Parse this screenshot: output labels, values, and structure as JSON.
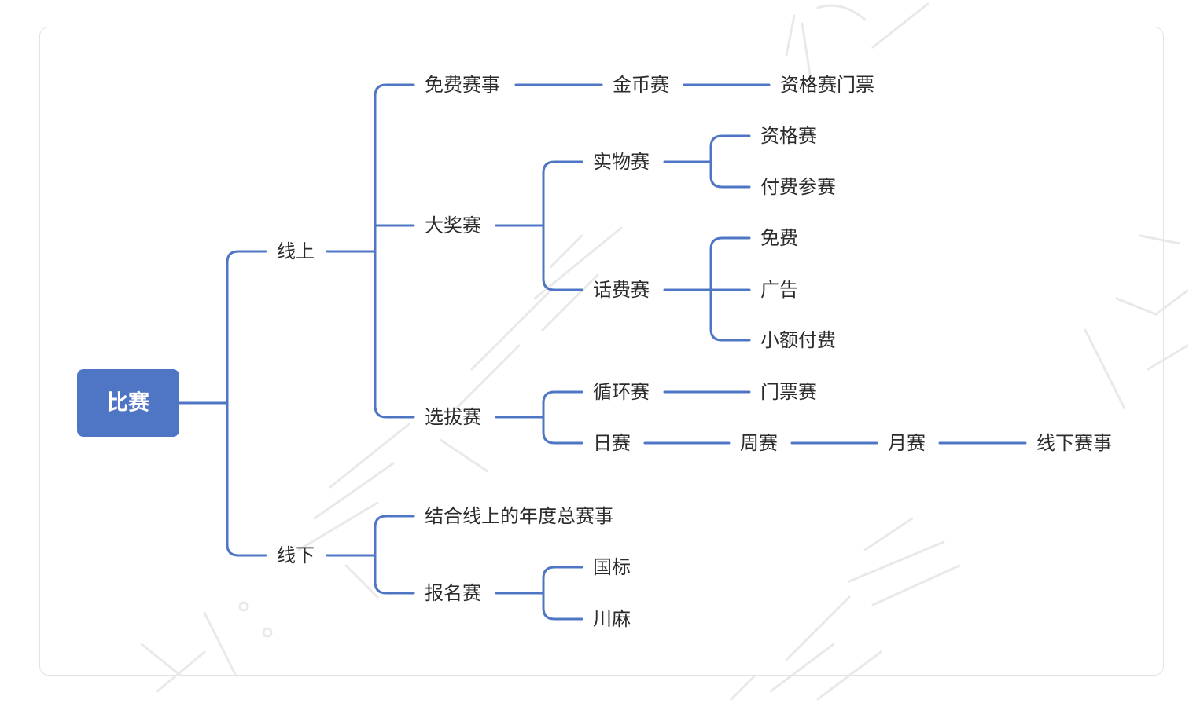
{
  "mindmap": {
    "root": "比赛",
    "branches": [
      {
        "label": "线上",
        "children": [
          {
            "label": "免费赛事",
            "children": [
              {
                "label": "金币赛",
                "children": [
                  {
                    "label": "资格赛门票"
                  }
                ]
              }
            ]
          },
          {
            "label": "大奖赛",
            "children": [
              {
                "label": "实物赛",
                "children": [
                  {
                    "label": "资格赛"
                  },
                  {
                    "label": "付费参赛"
                  }
                ]
              },
              {
                "label": "话费赛",
                "children": [
                  {
                    "label": "免费"
                  },
                  {
                    "label": "广告"
                  },
                  {
                    "label": "小额付费"
                  }
                ]
              }
            ]
          },
          {
            "label": "选拔赛",
            "children": [
              {
                "label": "循环赛",
                "children": [
                  {
                    "label": "门票赛"
                  }
                ]
              },
              {
                "label": "日赛",
                "children": [
                  {
                    "label": "周赛",
                    "children": [
                      {
                        "label": "月赛",
                        "children": [
                          {
                            "label": "线下赛事"
                          }
                        ]
                      }
                    ]
                  }
                ]
              }
            ]
          }
        ]
      },
      {
        "label": "线下",
        "children": [
          {
            "label": "结合线上的年度总赛事"
          },
          {
            "label": "报名赛",
            "children": [
              {
                "label": "国标"
              },
              {
                "label": "川麻"
              }
            ]
          }
        ]
      }
    ]
  },
  "colors": {
    "root_fill": "#4f76c4",
    "connector": "#4f76c4",
    "label_text": "#2b2b2b",
    "root_text": "#ffffff",
    "card_border": "#e3e3e3",
    "watermark": "#e9e9e9"
  }
}
